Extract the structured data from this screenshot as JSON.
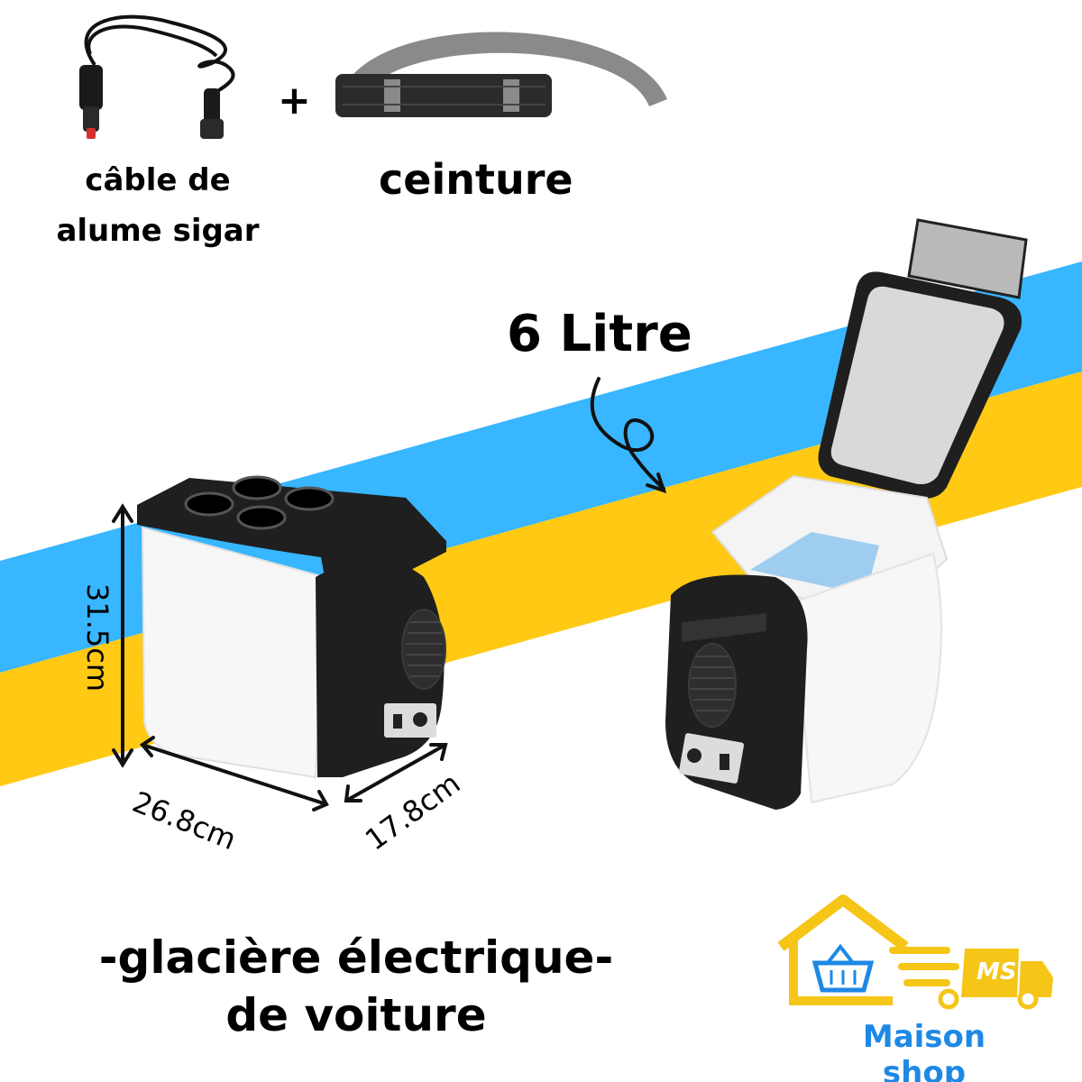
{
  "accessories": {
    "cable_label_line1": "câble de",
    "cable_label_line2": "alume sigar",
    "plus": "+",
    "belt_label": "ceinture"
  },
  "capacity": "6 Litre",
  "dimensions": {
    "height": "31.5cm",
    "width": "26.8cm",
    "depth": "17.8cm"
  },
  "title": {
    "line1": "-glacière électrique-",
    "line2": "de voiture"
  },
  "brand": {
    "name": "Maison shop",
    "monogram": "MS"
  },
  "colors": {
    "stripe_blue": "#38b6ff",
    "stripe_yellow": "#ffc914",
    "brand_yellow": "#f5c518",
    "brand_blue": "#1e88e5",
    "cooler_black": "#1f1f1f",
    "cooler_white": "#f7f7f7"
  },
  "icons": [
    "car-charger-cable-icon",
    "strap-belt-icon",
    "cooler-closed-icon",
    "cooler-open-icon",
    "curly-arrow-icon",
    "house-basket-logo-icon",
    "delivery-truck-icon"
  ]
}
